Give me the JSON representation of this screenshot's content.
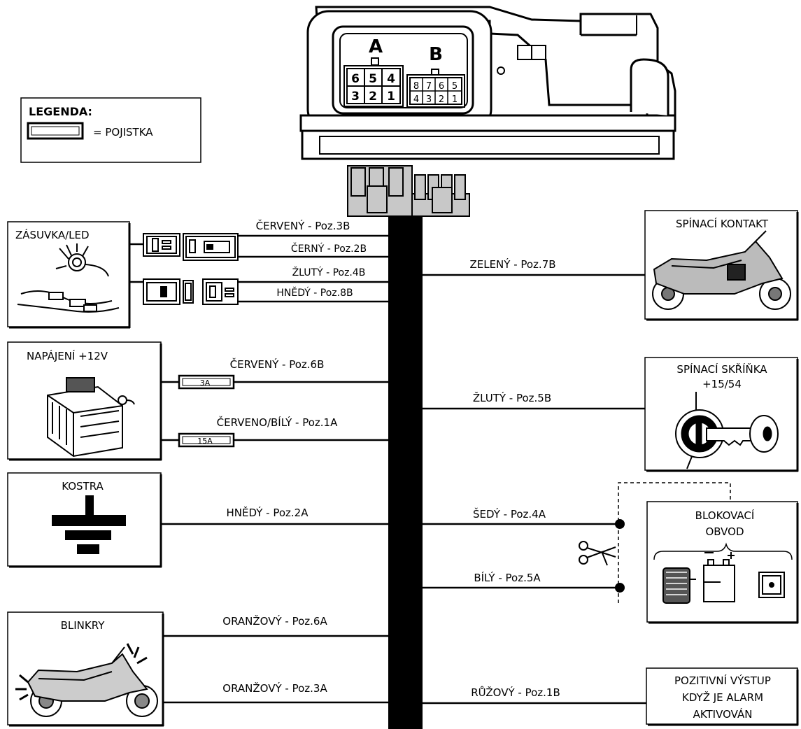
{
  "legend": {
    "title": "LEGENDA:",
    "fuse_label": "= POJISTKA"
  },
  "module": {
    "connector_a_label": "A",
    "connector_a_pins": [
      "6",
      "5",
      "4",
      "3",
      "2",
      "1"
    ],
    "connector_b_label": "B",
    "connector_b_pins": [
      "8",
      "7",
      "6",
      "5",
      "4",
      "3",
      "2",
      "1"
    ]
  },
  "boxes": {
    "zasuvka_led": "ZÁSUVKA/LED",
    "napajeni": "NAPÁJENÍ +12V",
    "kostra": "KOSTRA",
    "blinkry": "BLINKRY",
    "spinaci_kontakt": "SPÍNACÍ KONTAKT",
    "spinaci_skrinka": "SPÍNACÍ SKŘÍŇKA",
    "spinaci_skrinka_sub": "+15/54",
    "blokovaci_line1": "BLOKOVACÍ",
    "blokovaci_line2": "OBVOD",
    "pozitivni_line1": "POZITIVNÍ VÝSTUP",
    "pozitivni_line2": "KDYŽ JE ALARM",
    "pozitivni_line3": "AKTIVOVÁN"
  },
  "wires": {
    "cerveny_3b": "ČERVENÝ - Poz.3B",
    "cerny_2b": "ČERNÝ - Poz.2B",
    "zluty_4b": "ŽLUTÝ - Poz.4B",
    "hnedy_8b": "HNĚDÝ - Poz.8B",
    "cerveny_6b": "ČERVENÝ - Poz.6B",
    "cerveno_bily_1a": "ČERVENO/BÍLÝ - Poz.1A",
    "hnedy_2a": "HNĚDÝ - Poz.2A",
    "oranzovy_6a": "ORANŽOVÝ - Poz.6A",
    "oranzovy_3a": "ORANŽOVÝ - Poz.3A",
    "zeleny_7b": "ZELENÝ - Poz.7B",
    "zluty_5b": "ŽLUTÝ - Poz.5B",
    "sedy_4a": "ŠEDÝ - Poz.4A",
    "bily_5a": "BÍLÝ - Poz.5A",
    "ruzovy_1b": "RŮŽOVÝ - Poz.1B"
  },
  "fuses": {
    "fuse_3a": "3A",
    "fuse_15a": "15A"
  },
  "colors": {
    "line": "#000000",
    "connector_fill": "#c8c8c8",
    "background": "#ffffff"
  }
}
